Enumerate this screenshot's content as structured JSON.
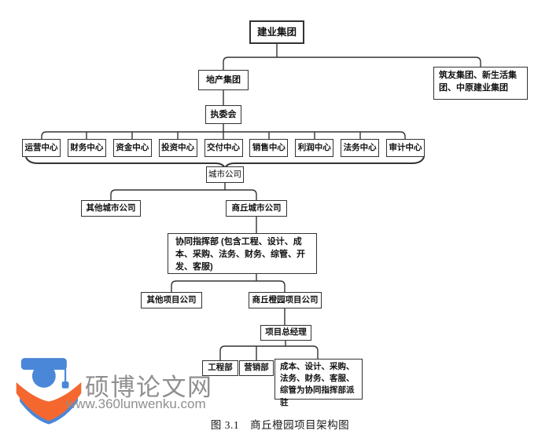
{
  "figure": {
    "caption": "图 3.1　商丘橙园项目架构图"
  },
  "org_chart": {
    "nodes": {
      "jianye_group": {
        "label": "建业集团"
      },
      "real_estate_group": {
        "label": "地产集团"
      },
      "affiliate_groups": {
        "label": "筑友集团、新生活集团、中原建业集团"
      },
      "executive_committee": {
        "label": "执委会"
      },
      "centers": [
        {
          "label": "运营中心"
        },
        {
          "label": "财务中心"
        },
        {
          "label": "资金中心"
        },
        {
          "label": "投资中心"
        },
        {
          "label": "交付中心"
        },
        {
          "label": "销售中心"
        },
        {
          "label": "利润中心"
        },
        {
          "label": "法务中心"
        },
        {
          "label": "审计中心"
        }
      ],
      "city_company": {
        "label": "城市公司"
      },
      "other_city_companies": {
        "label": "其他城市公司"
      },
      "shangqiu_city_company": {
        "label": "商丘城市公司"
      },
      "joint_command": {
        "label": "协同指挥部 (包含工程、设计、成本、采购、法务、财务、综管、开发、客服)"
      },
      "other_project_companies": {
        "label": "其他项目公司"
      },
      "chengyuan_project_company": {
        "label": "商丘橙园项目公司"
      },
      "project_gm": {
        "label": "项目总经理"
      },
      "engineering_dept": {
        "label": "工程部"
      },
      "marketing_dept": {
        "label": "营销部"
      },
      "assigned_note": {
        "label": "成本、设计、采购、法务、财务、客服、综管为协同指挥部派驻"
      }
    }
  },
  "watermark": {
    "site_name": "硕博论文网",
    "site_url": "www.360lunwenku.com"
  },
  "colors": {
    "line": "#333333",
    "box_border": "#333333",
    "text": "#111111",
    "logo_blue": "#4a87d8",
    "logo_orange": "#f4672e",
    "logo_star": "#f5a623",
    "watermark_text": "#8f8f8f"
  }
}
